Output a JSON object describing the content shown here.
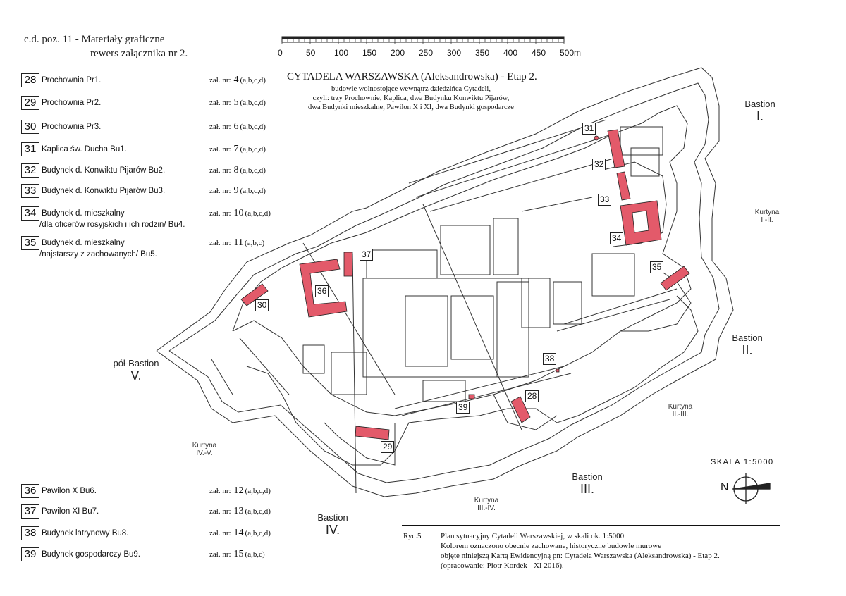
{
  "header": {
    "line1": "c.d. poz. 11 - Materiały graficzne",
    "line2": "rewers załącznika nr 2."
  },
  "scale_bar": {
    "ticks": [
      "0",
      "50",
      "100",
      "150",
      "200",
      "250",
      "300",
      "350",
      "400",
      "450",
      "500m"
    ]
  },
  "title": {
    "main": "CYTADELA WARSZAWSKA (Aleksandrowska) - Etap 2.",
    "sub1": "budowle wolnostojące wewnątrz dziedzińca Cytadeli,",
    "sub2": "czyli: trzy Prochownie, Kaplica, dwa Budynku Konwiktu Pijarów,",
    "sub3": "dwa Budynki mieszkalne, Pawilon X i XI, dwa Budynki gospodarcze"
  },
  "legend_top": [
    {
      "num": "28",
      "name": "Prochownia  Pr1.",
      "sub": "",
      "zal": "zał. nr:",
      "n": "4",
      "parts": "(a,b,c,d)"
    },
    {
      "num": "29",
      "name": "Prochownia  Pr2.",
      "sub": "",
      "zal": "zał. nr:",
      "n": "5",
      "parts": "(a,b,c,d)"
    },
    {
      "num": "30",
      "name": "Prochownia  Pr3.",
      "sub": "",
      "zal": "zał. nr:",
      "n": "6",
      "parts": "(a,b,c,d)"
    },
    {
      "num": "31",
      "name": "Kaplica św. Ducha  Bu1.",
      "sub": "",
      "zal": "zał. nr:",
      "n": "7",
      "parts": "(a,b,c,d)"
    },
    {
      "num": "32",
      "name": "Budynek d. Konwiktu Pijarów  Bu2.",
      "sub": "",
      "zal": "zał. nr:",
      "n": "8",
      "parts": "(a,b,c,d)"
    },
    {
      "num": "33",
      "name": "Budynek d. Konwiktu Pijarów  Bu3.",
      "sub": "",
      "zal": "zał. nr:",
      "n": "9",
      "parts": "(a,b,c,d)"
    },
    {
      "num": "34",
      "name": "Budynek d. mieszkalny",
      "sub": "/dla oficerów rosyjskich i ich rodzin/   Bu4.",
      "zal": "zał. nr:",
      "n": "10",
      "parts": "(a,b,c,d)"
    },
    {
      "num": "35",
      "name": "Budynek d. mieszkalny",
      "sub": "/najstarszy z zachowanych/  Bu5.",
      "zal": "zał. nr:",
      "n": "11",
      "parts": "(a,b,c)"
    }
  ],
  "legend_bottom": [
    {
      "num": "36",
      "name": "Pawilon X   Bu6.",
      "zal": "zał. nr:",
      "n": "12",
      "parts": "(a,b,c,d)"
    },
    {
      "num": "37",
      "name": "Pawilon XI  Bu7.",
      "zal": "zał. nr:",
      "n": "13",
      "parts": "(a,b,c,d)"
    },
    {
      "num": "38",
      "name": "Budynek latrynowy  Bu8.",
      "zal": "zał. nr:",
      "n": "14",
      "parts": "(a,b,c,d)"
    },
    {
      "num": "39",
      "name": "Budynek gospodarczy  Bu9.",
      "zal": "zał. nr:",
      "n": "15",
      "parts": "(a,b,c)"
    }
  ],
  "map_labels": {
    "bastion1": "Bastion",
    "bastion1_n": "I.",
    "bastion2": "Bastion",
    "bastion2_n": "II.",
    "bastion3": "Bastion",
    "bastion3_n": "III.",
    "bastion4": "Bastion",
    "bastion4_n": "IV.",
    "bastion5": "pół-Bastion",
    "bastion5_n": "V.",
    "kurtyna12": "Kurtyna",
    "kurtyna12_n": "I.-II.",
    "kurtyna23": "Kurtyna",
    "kurtyna23_n": "II.-III.",
    "kurtyna34": "Kurtyna",
    "kurtyna34_n": "III.-IV.",
    "kurtyna45": "Kurtyna",
    "kurtyna45_n": "IV.-V.",
    "skala": "SKALA 1:5000",
    "north": "N"
  },
  "map_tags": [
    "28",
    "29",
    "30",
    "31",
    "32",
    "33",
    "34",
    "35",
    "36",
    "37",
    "38",
    "39"
  ],
  "footer": {
    "ryc": "Ryc.5",
    "line1": "Plan sytuacyjny Cytadeli Warszawskiej, w skali ok. 1:5000.",
    "line2": "Kolorem oznaczono obecnie zachowane, historyczne budowle murowe",
    "line3": "objęte niniejszą Kartą Ewidencyjną pn:  Cytadela Warszawska (Aleksandrowska) - Etap 2.",
    "line4": "(opracowanie:  Piotr Kordek - XI 2016)."
  },
  "colors": {
    "highlight": "#e35a6a",
    "line": "#333333"
  }
}
